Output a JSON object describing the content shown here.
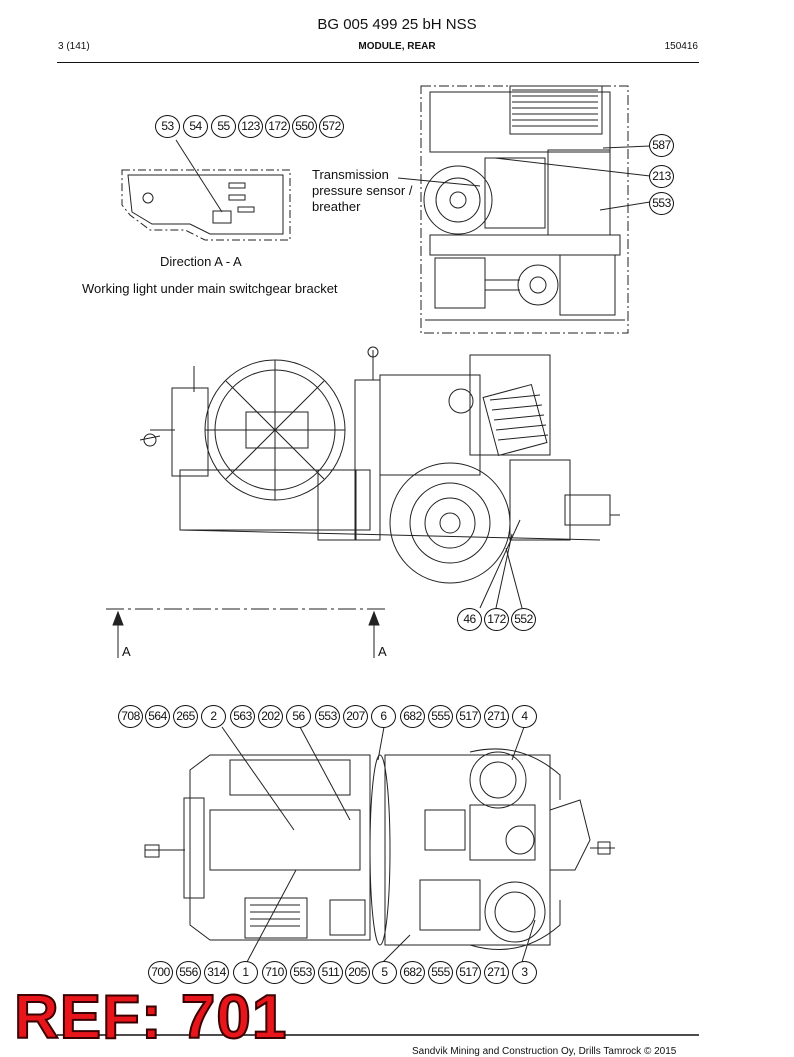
{
  "document": {
    "title": "BG 005 499 25 bH NSS",
    "page": "3 (141)",
    "section": "MODULE, REAR",
    "code": "150416"
  },
  "labels": {
    "transmission_line1": "Transmission",
    "transmission_line2": "pressure sensor /",
    "transmission_line3": "breather",
    "direction": "Direction A - A",
    "working_light": "Working light under main switchgear bracket",
    "section_a_left": "A",
    "section_a_right": "A"
  },
  "callouts": {
    "top_group": [
      "53",
      "54",
      "55",
      "123",
      "172",
      "550",
      "572"
    ],
    "right_column": [
      "587",
      "213",
      "553"
    ],
    "side_group": [
      "46",
      "172",
      "552"
    ],
    "plan_top": [
      "708",
      "564",
      "265",
      "2",
      "563",
      "202",
      "56",
      "553",
      "207",
      "6",
      "682",
      "555",
      "517",
      "271",
      "4"
    ],
    "plan_bottom": [
      "700",
      "556",
      "314",
      "1",
      "710",
      "553",
      "511",
      "205",
      "5",
      "682",
      "555",
      "517",
      "271",
      "3"
    ]
  },
  "stamp": "REF: 701",
  "footer": "Sandvik Mining and Construction Oy, Drills Tamrock © 2015"
}
